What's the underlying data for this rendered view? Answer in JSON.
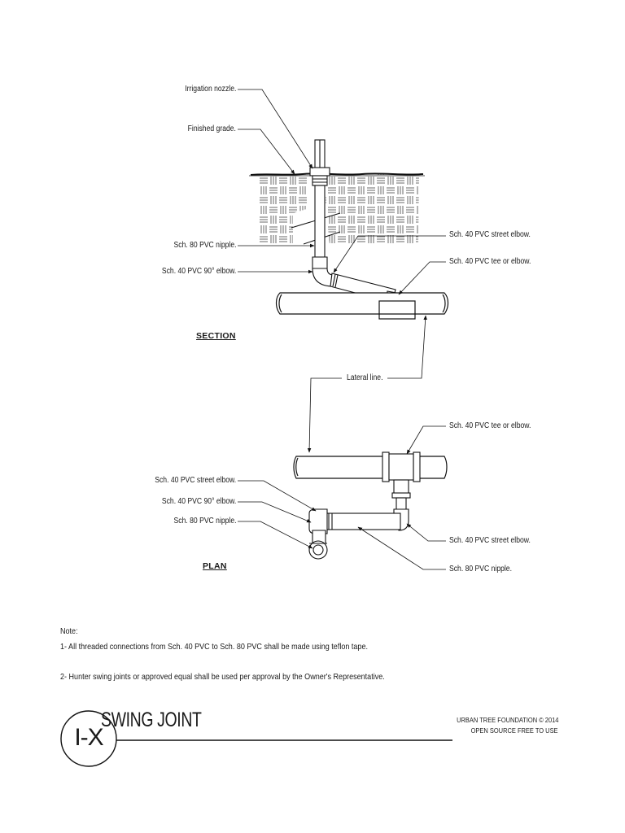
{
  "labels": {
    "irrigation_nozzle": "Irrigation nozzle.",
    "finished_grade": "Finished grade.",
    "section_nipple": "Sch. 80 PVC nipple.",
    "section_elbow90": "Sch. 40 PVC 90° elbow.",
    "section_street_elbow": "Sch. 40 PVC street elbow.",
    "section_tee": "Sch. 40 PVC tee or elbow.",
    "lateral_line": "Lateral line.",
    "plan_tee": "Sch. 40 PVC tee or elbow.",
    "plan_street_elbow_left": "Sch. 40 PVC street elbow.",
    "plan_elbow90": "Sch. 40 PVC 90° elbow.",
    "plan_nipple_left": "Sch. 80 PVC nipple.",
    "plan_street_elbow_right": "Sch. 40 PVC street elbow.",
    "plan_nipple_right": "Sch. 80 PVC nipple."
  },
  "headings": {
    "section": "SECTION",
    "plan": "PLAN"
  },
  "notes": {
    "title": "Note:",
    "items": [
      "1- All threaded connections from Sch. 40 PVC to Sch. 80 PVC shall be made using teflon tape.",
      "2- Hunter swing joints or approved equal shall be used per approval by the Owner's Representative."
    ]
  },
  "title_block": {
    "detail_id": "I-X",
    "title": "SWING JOINT",
    "credit_line1": "URBAN TREE FOUNDATION © 2014",
    "credit_line2": "OPEN SOURCE FREE TO USE"
  }
}
